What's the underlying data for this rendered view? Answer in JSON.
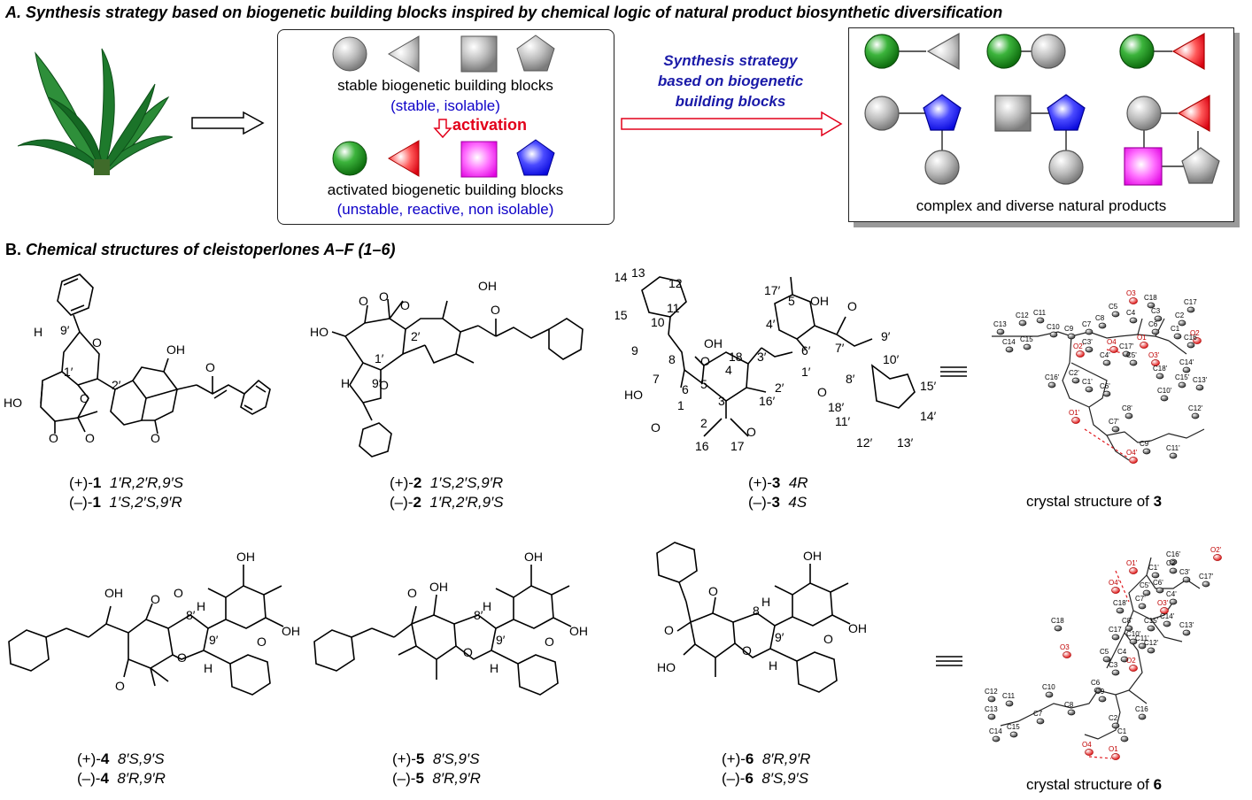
{
  "sectionA": {
    "title": "A. Synthesis strategy based on biogenetic building blocks inspired by chemical logic of natural product biosynthetic diversification",
    "stable_label": "stable biogenetic building blocks",
    "stable_sub": "(stable, isolable)",
    "activation": "activation",
    "activated_label": "activated biogenetic building blocks",
    "activated_sub": "(unstable, reactive, non isolable)",
    "strategy_line1": "Synthesis strategy",
    "strategy_line2": "based on biogenetic",
    "strategy_line3": "building blocks",
    "products_label": "complex and diverse natural products"
  },
  "sectionB": {
    "title_prefix": "B.",
    "title": "Chemical structures of cleistoperlones A–F (1–6)"
  },
  "compounds": {
    "c1": {
      "plus_sign": "(+)-",
      "minus_sign": "(–)-",
      "num": "1",
      "plus": "1′R,2′R,9′S",
      "minus": "1′S,2′S,9′R"
    },
    "c2": {
      "plus_sign": "(+)-",
      "minus_sign": "(–)-",
      "num": "2",
      "plus": "1′S,2′S,9′R",
      "minus": "1′R,2′R,9′S"
    },
    "c3": {
      "plus_sign": "(+)-",
      "minus_sign": "(–)-",
      "num": "3",
      "plus": "4R",
      "minus": "4S"
    },
    "c4": {
      "plus_sign": "(+)-",
      "minus_sign": "(–)-",
      "num": "4",
      "plus": "8′S,9′S",
      "minus": "8′R,9′R"
    },
    "c5": {
      "plus_sign": "(+)-",
      "minus_sign": "(–)-",
      "num": "5",
      "plus": "8′S,9′S",
      "minus": "8′R,9′R"
    },
    "c6": {
      "plus_sign": "(+)-",
      "minus_sign": "(–)-",
      "num": "6",
      "plus": "8′R,9′R",
      "minus": "8′S,9′S"
    }
  },
  "crystal": {
    "c3_label": "crystal structure of ",
    "c3_num": "3",
    "c6_label": "crystal structure of ",
    "c6_num": "6"
  },
  "atoms": {
    "oh": "OH",
    "ho": "HO",
    "o": "O",
    "h": "H",
    "n1p": "1′",
    "n2p": "2′",
    "n9p": "9′",
    "n8p": "8′",
    "s13": "13",
    "s14": "14",
    "s12": "12",
    "s15": "15",
    "s11": "11",
    "s10": "10",
    "s9": "9",
    "s8": "8",
    "s7": "7",
    "s6": "6",
    "s5": "5",
    "s4": "4",
    "s3": "3",
    "s2": "2",
    "s1": "1",
    "s16": "16",
    "s17": "17",
    "s18": "18",
    "p17": "17′",
    "p5": "5",
    "p4": "4′",
    "p3": "3′",
    "p2": "2′",
    "p1": "1′",
    "p6": "6′",
    "p7": "7′",
    "p9": "9′",
    "p8": "8′",
    "p10": "10′",
    "p15": "15′",
    "p14": "14′",
    "p13": "13′",
    "p12": "12′",
    "p11": "11′",
    "p16": "16′",
    "p18": "18′",
    "c_atoms_3": [
      "O3",
      "C18",
      "C17",
      "C5",
      "C4",
      "C3",
      "C2",
      "C12",
      "C11",
      "C8",
      "C7",
      "C6",
      "C1",
      "C16",
      "O2",
      "C13",
      "C10",
      "C9",
      "O2'",
      "C3'",
      "O4",
      "C17'",
      "O1",
      "C14",
      "C15",
      "C4'",
      "C5'",
      "O3'",
      "C16'",
      "C2'",
      "C18'",
      "C14'",
      "C1'",
      "C6'",
      "C15'",
      "O1'",
      "C8'",
      "C7'",
      "C10'",
      "C13'",
      "C9'",
      "C12'",
      "O4'",
      "C11'"
    ],
    "c_atoms_6": [
      "O2'",
      "C16'",
      "O1'",
      "C2'",
      "C1'",
      "C3'",
      "C17'",
      "O4'",
      "C6'",
      "C5'",
      "C4'",
      "C7'",
      "C18'",
      "O3'",
      "C14'",
      "C13'",
      "C8'",
      "C15'",
      "C17",
      "C10'",
      "C11'",
      "C12'",
      "C18",
      "O3",
      "C5",
      "C4",
      "O2",
      "C12",
      "C11",
      "C3",
      "C13",
      "C8",
      "C6",
      "C10",
      "C9",
      "C7",
      "C2",
      "C16",
      "C14",
      "C15",
      "O4",
      "O1",
      "C1"
    ]
  },
  "colors": {
    "green": "#1a8f1a",
    "red": "#e0181e",
    "magenta": "#e600e6",
    "blue": "#1111e8",
    "gray": "#a8a8a8",
    "dashed": "#e0181e"
  }
}
